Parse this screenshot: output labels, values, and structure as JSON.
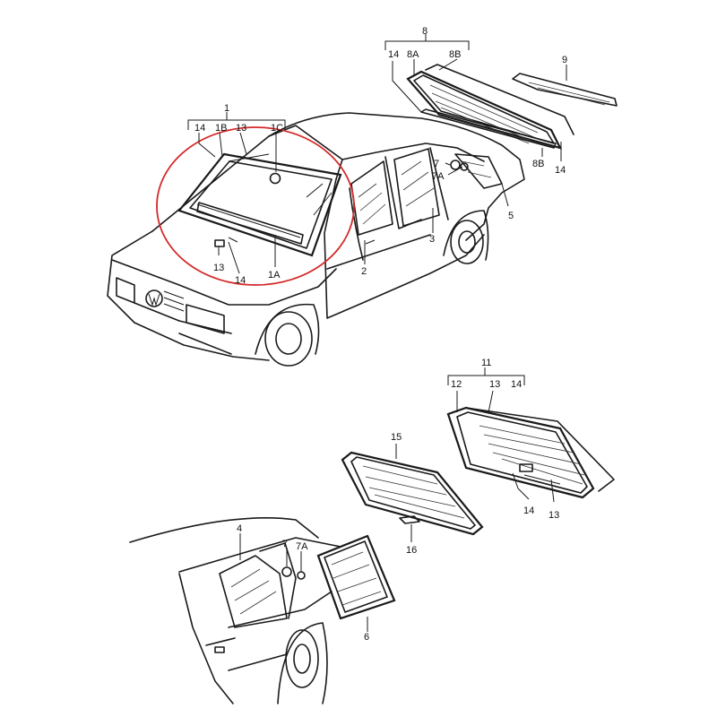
{
  "diagram": {
    "highlight_color": "#d42a2a",
    "line_color": "#1a1a1a",
    "group_windshield": {
      "group": "1",
      "parts": [
        "14",
        "1B",
        "13",
        "1C"
      ],
      "callouts": [
        "13",
        "14",
        "1A"
      ]
    },
    "group_rear_window": {
      "group": "8",
      "parts": [
        "14",
        "8A",
        "8B"
      ],
      "callouts": [
        "9",
        "8B",
        "14"
      ]
    },
    "group_rear_door_vent": {
      "callouts": [
        "7",
        "7A",
        "5",
        "3",
        "2"
      ]
    },
    "group_hatch_glass": {
      "group": "11",
      "parts": [
        "12",
        "13",
        "14"
      ],
      "callouts": [
        "14",
        "13"
      ]
    },
    "group_quarter_glass": {
      "callouts": [
        "15",
        "16"
      ]
    },
    "group_wagon": {
      "callouts": [
        "4",
        "7",
        "7A",
        "6"
      ]
    }
  }
}
